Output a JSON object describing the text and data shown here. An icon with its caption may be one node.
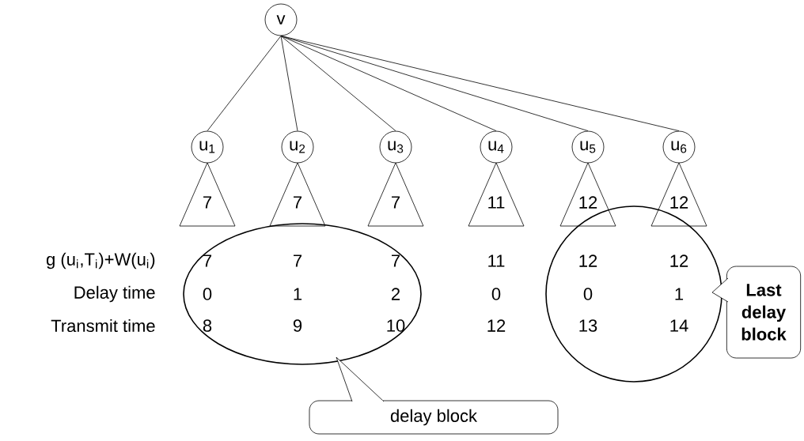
{
  "diagram": {
    "nodes": [
      {
        "text": [
          "v"
        ]
      },
      {
        "text": [
          "u$_{1}$"
        ]
      },
      {
        "text": [
          "u$_{2}$"
        ]
      },
      {
        "text": [
          "u$_{3}$"
        ]
      },
      {
        "text": [
          "u$_{4}$"
        ]
      },
      {
        "text": [
          "u$_{5}$"
        ]
      },
      {
        "text": [
          "u$_{6}$"
        ]
      },
      {
        "text": [
          "7"
        ]
      },
      {
        "text": [
          "7"
        ]
      },
      {
        "text": [
          "7"
        ]
      },
      {
        "text": [
          "11"
        ]
      },
      {
        "text": [
          "12"
        ]
      },
      {
        "text": [
          "12"
        ]
      },
      {
        "text": [],
        "shape": "ellipse"
      },
      {
        "text": [],
        "shape": "circle"
      },
      {
        "text": [
          "delay block"
        ]
      },
      {
        "text": [
          "Last delay block"
        ]
      }
    ],
    "edges": [
      {
        "from": 0,
        "to": 1,
        "arrow": "none"
      },
      {
        "from": 0,
        "to": 2,
        "arrow": "none"
      },
      {
        "from": 0,
        "to": 3,
        "arrow": "none"
      },
      {
        "from": 0,
        "to": 4,
        "arrow": "none"
      },
      {
        "from": 0,
        "to": 5,
        "arrow": "none"
      },
      {
        "from": 0,
        "to": 6,
        "arrow": "none"
      }
    ],
    "labels": [
      "g (u$_{i}$,T$_{i}$)+W(u$_{i}$)",
      "7",
      "7",
      "7",
      "11",
      "12",
      "12",
      "Delay time",
      "0",
      "1",
      "2",
      "0",
      "0",
      "1",
      "Transmit time",
      "8",
      "9",
      "10",
      "12",
      "13",
      "14"
    ]
  }
}
